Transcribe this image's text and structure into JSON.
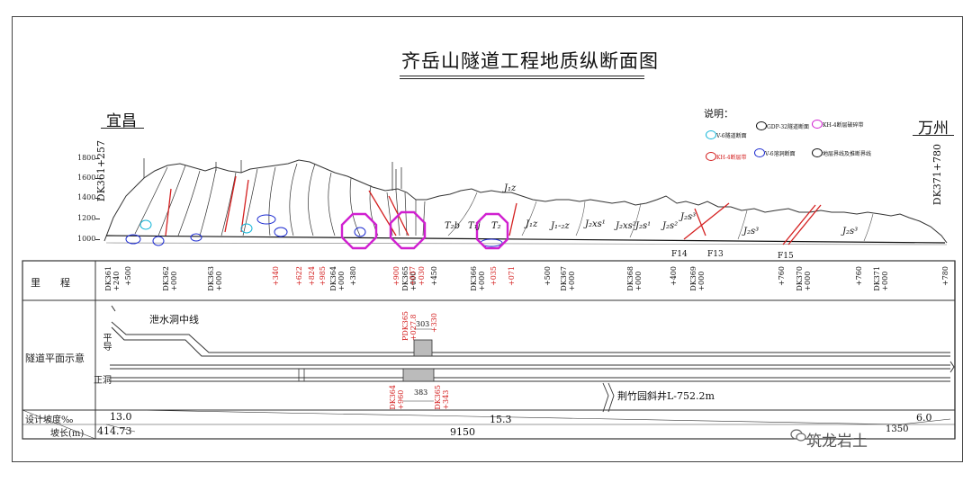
{
  "title": "齐岳山隧道工程地质纵断面图",
  "cities": {
    "left": "宜昌",
    "right": "万州"
  },
  "endpoints": {
    "start": "DK361+257",
    "end": "DK371+780"
  },
  "elevation_ticks": [
    "1800",
    "1600",
    "1400",
    "1200",
    "1000"
  ],
  "legend": {
    "heading": "说明：",
    "items": [
      {
        "text": "V-6隧道断面",
        "color": "#16b6d8"
      },
      {
        "text": "GDP-32隧道断面",
        "color": "#111111"
      },
      {
        "text": "KH-4断层破碎带",
        "color": "#d020d0"
      },
      {
        "text": "KH-4断层带",
        "color": "#d42020"
      },
      {
        "text": "V-6溶洞断面",
        "color": "#1c2bd0"
      },
      {
        "text": "地层界线及推断界线",
        "color": "#111111"
      }
    ]
  },
  "strata_labels": [
    "T₂b",
    "T₁j",
    "T₂",
    "J₁z",
    "J₁-₂z",
    "J₂xs¹",
    "J₂xs²",
    "J₂s¹",
    "J₂s²",
    "J₂s³",
    "J₂s³",
    "J₂s³",
    "J₁z"
  ],
  "faults": [
    "F14",
    "F13",
    "F15"
  ],
  "rows": {
    "chainage_label": "里　　程",
    "plan_label": "隧道平面示意",
    "grade_label": "设计坡度‰",
    "length_label": "坡长(m)",
    "pingdao": "平导",
    "zhengdong": "正洞"
  },
  "chainages": [
    {
      "text": "DK361\n+240",
      "red": false
    },
    {
      "text": "+500",
      "red": false
    },
    {
      "text": "DK362\n+000",
      "red": false
    },
    {
      "text": "DK363\n+000",
      "red": false
    },
    {
      "text": "+340",
      "red": true
    },
    {
      "text": "+622",
      "red": true
    },
    {
      "text": "+824",
      "red": true
    },
    {
      "text": "+985",
      "red": true
    },
    {
      "text": "DK364\n+000",
      "red": false
    },
    {
      "text": "+380",
      "red": false
    },
    {
      "text": "+900",
      "red": true
    },
    {
      "text": "DK365\n+000",
      "red": false
    },
    {
      "text": "+037",
      "red": true
    },
    {
      "text": "+030",
      "red": true
    },
    {
      "text": "+450",
      "red": false
    },
    {
      "text": "DK366\n+000",
      "red": false
    },
    {
      "text": "+035",
      "red": true
    },
    {
      "text": "+071",
      "red": true
    },
    {
      "text": "+500",
      "red": false
    },
    {
      "text": "DK367\n+000",
      "red": false
    },
    {
      "text": "DK368\n+000",
      "red": false
    },
    {
      "text": "+400",
      "red": false
    },
    {
      "text": "DK369\n+000",
      "red": false
    },
    {
      "text": "+760",
      "red": false
    },
    {
      "text": "DK370\n+000",
      "red": false
    },
    {
      "text": "+760",
      "red": false
    },
    {
      "text": "DK371\n+000",
      "red": false
    },
    {
      "text": "+780",
      "red": false
    }
  ],
  "plan": {
    "drain_label": "泄水洞中线",
    "pdk_label": "PDK365\n+027.8",
    "pdk_330": "+330",
    "dim_303": "303",
    "dk364": "DK364\n+960",
    "dk365": "DK365\n+343",
    "dim_383": "383",
    "incline": "荆竹园斜井L-752.2m"
  },
  "grade": {
    "g1": "13.0",
    "l1": "414.73",
    "g2": "15.3",
    "l2": "9150",
    "g3": "6.0",
    "l3": "1350"
  },
  "watermark": "筑龙岩土"
}
